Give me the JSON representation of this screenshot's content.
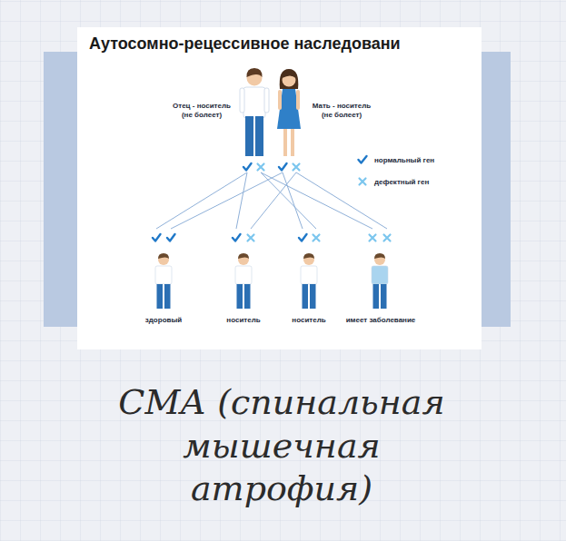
{
  "diagram": {
    "title": "Аутосомно-рецессивное наследовани",
    "caption": "СМА (спинальная мышечная атрофия)",
    "nodes": [
      {
        "text": [
          "Отец - носитель (не болеет)"
        ]
      },
      {
        "text": [
          "Мать - носитель (не болеет)"
        ]
      },
      {
        "text": [
          "здоровый"
        ]
      },
      {
        "text": [
          "носитель"
        ]
      },
      {
        "text": [
          "носитель"
        ]
      },
      {
        "text": [
          "имеет заболевание"
        ]
      }
    ],
    "edges": [
      {
        "from": 0,
        "to": 2,
        "arrow": "none"
      },
      {
        "from": 0,
        "to": 3,
        "arrow": "none"
      },
      {
        "from": 0,
        "to": 4,
        "arrow": "none"
      },
      {
        "from": 0,
        "to": 5,
        "arrow": "none"
      },
      {
        "from": 1,
        "to": 2,
        "arrow": "none"
      },
      {
        "from": 1,
        "to": 3,
        "arrow": "none"
      },
      {
        "from": 1,
        "to": 4,
        "arrow": "none"
      },
      {
        "from": 1,
        "to": 5,
        "arrow": "none"
      }
    ],
    "legend": [
      {
        "text": "нормальный ген"
      },
      {
        "text": "дефектный ген"
      }
    ]
  }
}
